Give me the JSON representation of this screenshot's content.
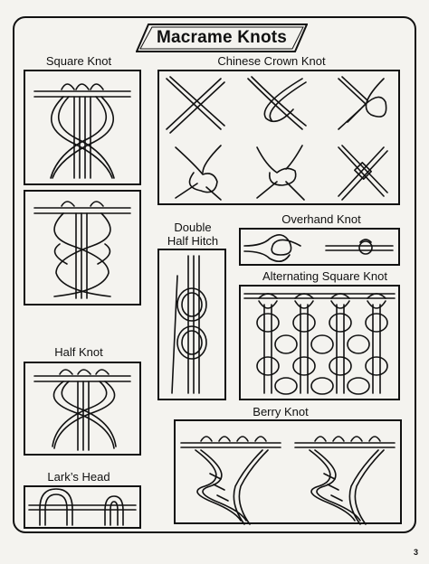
{
  "page": {
    "title": "Macrame Knots",
    "page_number": "3"
  },
  "knots": {
    "square_knot": "Square Knot",
    "chinese_crown_knot": "Chinese Crown Knot",
    "double_half_hitch": "Double\nHalf Hitch",
    "overhand_knot": "Overhand Knot",
    "alternating_square_knot": "Alternating Square Knot",
    "half_knot": "Half Knot",
    "berry_knot": "Berry Knot",
    "larks_head": "Lark’s Head"
  }
}
